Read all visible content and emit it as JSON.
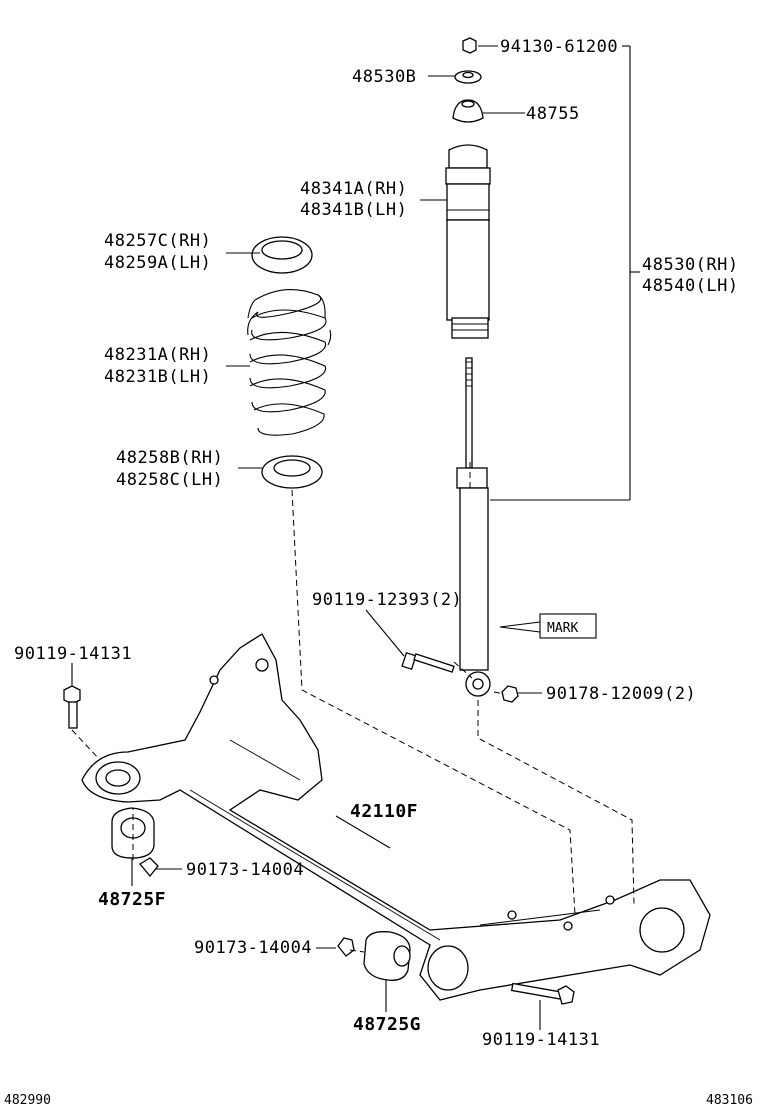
{
  "diagram": {
    "parts": [
      {
        "key": "p94130",
        "label": "94130-61200"
      },
      {
        "key": "p48530b",
        "label": "48530B"
      },
      {
        "key": "p48755",
        "label": "48755"
      },
      {
        "key": "p48341a",
        "label": "48341A(RH)"
      },
      {
        "key": "p48341b",
        "label": "48341B(LH)"
      },
      {
        "key": "p48257c",
        "label": "48257C(RH)"
      },
      {
        "key": "p48259a",
        "label": "48259A(LH)"
      },
      {
        "key": "p48231a",
        "label": "48231A(RH)"
      },
      {
        "key": "p48231b",
        "label": "48231B(LH)"
      },
      {
        "key": "p48258b",
        "label": "48258B(RH)"
      },
      {
        "key": "p48258c",
        "label": "48258C(LH)"
      },
      {
        "key": "p48530rh",
        "label": "48530(RH)"
      },
      {
        "key": "p48540lh",
        "label": "48540(LH)"
      },
      {
        "key": "p90119_12393",
        "label": "90119-12393(2)"
      },
      {
        "key": "mark",
        "label": "MARK"
      },
      {
        "key": "p90178",
        "label": "90178-12009(2)"
      },
      {
        "key": "p90119_14131_top",
        "label": "90119-14131"
      },
      {
        "key": "p42110f",
        "label": "42110F"
      },
      {
        "key": "p90173_a",
        "label": "90173-14004"
      },
      {
        "key": "p48725f",
        "label": "48725F"
      },
      {
        "key": "p90173_b",
        "label": "90173-14004"
      },
      {
        "key": "p48725g",
        "label": "48725G"
      },
      {
        "key": "p90119_14131_bot",
        "label": "90119-14131"
      }
    ],
    "footer_left": "482990",
    "footer_right": "483106"
  }
}
